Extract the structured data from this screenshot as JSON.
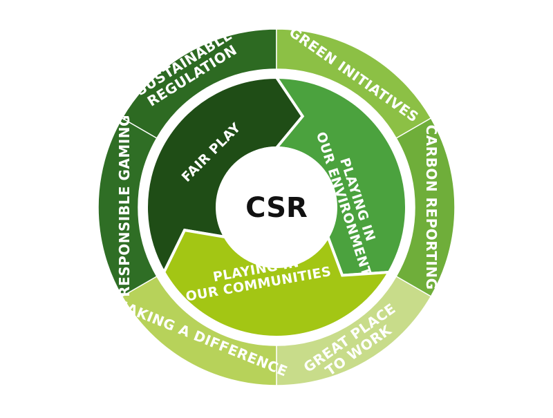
{
  "center": {
    "label": "CSR"
  },
  "outer_ring": [
    {
      "id": "sustainable-regulation",
      "lines": [
        "SUSTAINABLE",
        "REGULATION"
      ],
      "color": "#2d6a22"
    },
    {
      "id": "green-initiatives",
      "lines": [
        "GREEN INITIATIVES"
      ],
      "color": "#8cc045"
    },
    {
      "id": "carbon-reporting",
      "lines": [
        "CARBON REPORTING"
      ],
      "color": "#6fae3a"
    },
    {
      "id": "great-place-to-work",
      "lines": [
        "GREAT PLACE",
        "TO WORK"
      ],
      "color": "#c8dc8a"
    },
    {
      "id": "making-a-difference",
      "lines": [
        "MAKING A DIFFERENCE"
      ],
      "color": "#b7d25a"
    },
    {
      "id": "responsible-gaming",
      "lines": [
        "RESPONSIBLE GAMING"
      ],
      "color": "#2f6e25"
    }
  ],
  "inner_ring": [
    {
      "id": "fair-play",
      "lines": [
        "FAIR PLAY"
      ],
      "color": "#1f4d16"
    },
    {
      "id": "playing-in-our-environment",
      "lines": [
        "PLAYING IN",
        "OUR ENVIRONMENT"
      ],
      "color": "#4ba23e"
    },
    {
      "id": "playing-in-our-communities",
      "lines": [
        "PLAYING IN",
        "OUR COMMUNITIES"
      ],
      "color": "#a3c614"
    }
  ]
}
